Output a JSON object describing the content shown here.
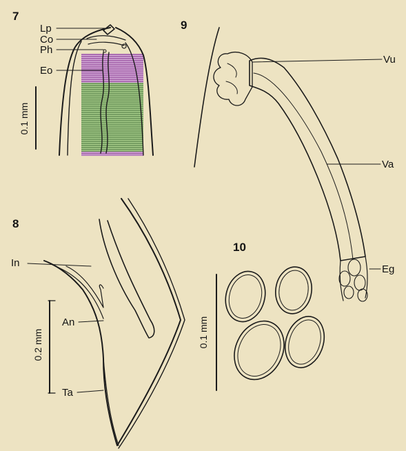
{
  "figures": {
    "fig7": {
      "number": "7",
      "labels": {
        "lp": "Lp",
        "co": "Co",
        "ph": "Ph",
        "eo": "Eo"
      },
      "scale_bar": "0.1 mm"
    },
    "fig8": {
      "number": "8",
      "labels": {
        "in": "In",
        "an": "An",
        "ta": "Ta"
      },
      "scale_bar": "0.2 mm"
    },
    "fig9": {
      "number": "9",
      "labels": {
        "vu": "Vu",
        "va": "Va",
        "eg": "Eg"
      }
    },
    "fig10": {
      "number": "10",
      "scale_bar": "0.1 mm"
    }
  },
  "colors": {
    "paper": "#ede3c2",
    "ink": "#1b1b1b",
    "muscle_green": "#8fd06c",
    "muscle_magenta": "#b066b8",
    "egg_fill": "#f2dccb"
  }
}
